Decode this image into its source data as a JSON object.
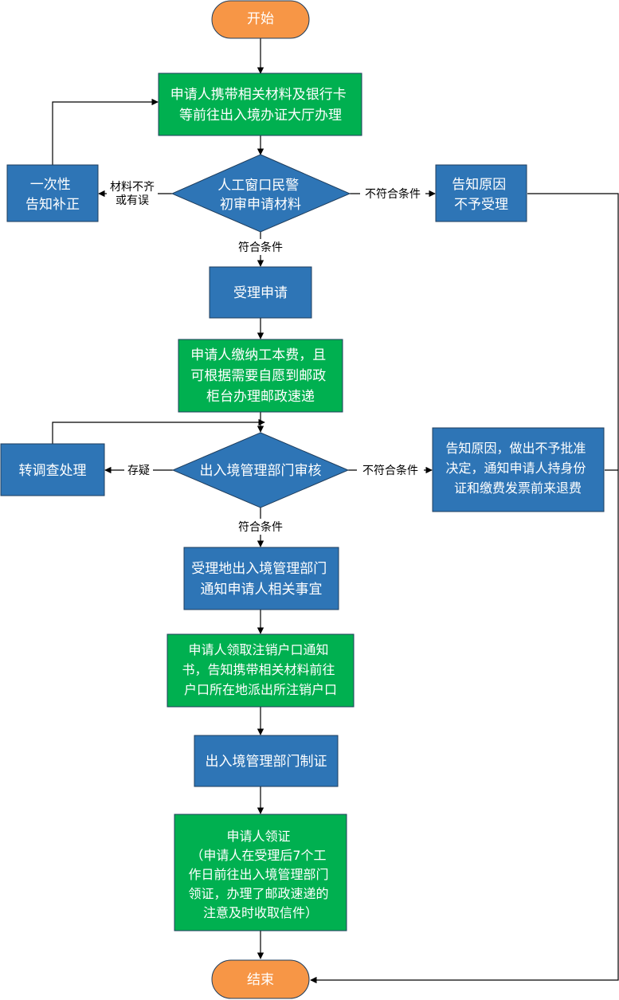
{
  "colors": {
    "terminal": "#f79646",
    "process_green": "#00b050",
    "process_blue": "#2e75b6",
    "node_border": "#1f3d5c",
    "line": "#000000"
  },
  "nodes": {
    "start": {
      "lines": [
        "开始"
      ]
    },
    "apply": {
      "lines": [
        "申请人携带相关材料及银行卡",
        "等前往出入境办证大厅办理"
      ]
    },
    "initial_review": {
      "lines": [
        "人工窗口民警",
        "初审申请材料"
      ]
    },
    "correction": {
      "lines": [
        "一次性",
        "告知补正"
      ]
    },
    "reject_notice": {
      "lines": [
        "告知原因",
        "不予受理"
      ]
    },
    "accept": {
      "lines": [
        "受理申请"
      ]
    },
    "pay_fee": {
      "lines": [
        "申请人缴纳工本费，且",
        "可根据需要自愿到邮政",
        "柜台办理邮政速递"
      ]
    },
    "dept_review": {
      "lines": [
        "出入境管理部门审核"
      ]
    },
    "investigate": {
      "lines": [
        "转调查处理"
      ]
    },
    "refund_notice": {
      "lines": [
        "告知原因，做出不予批准",
        "决定，通知申请人持身份",
        "证和缴费发票前来退费"
      ]
    },
    "notify": {
      "lines": [
        "受理地出入境管理部门",
        "通知申请人相关事宜"
      ]
    },
    "cancel_hukou": {
      "lines": [
        "申请人领取注销户口通知",
        "书，告知携带相关材料前往",
        "户口所在地派出所注销户口"
      ]
    },
    "make_cert": {
      "lines": [
        "出入境管理部门制证"
      ]
    },
    "collect": {
      "lines": [
        "申请人领证",
        "（申请人在受理后7个工",
        "作日前往出入境管理部门",
        "领证，办理了邮政速递的",
        "注意及时收取信件）"
      ]
    },
    "end": {
      "lines": [
        "结束"
      ]
    }
  },
  "edge_labels": {
    "materials_incomplete": [
      "材料不齐",
      "或有误"
    ],
    "not_qualified_1": "不符合条件",
    "qualified_1": "符合条件",
    "doubt": "存疑",
    "not_qualified_2": "不符合条件",
    "qualified_2": "符合条件"
  }
}
